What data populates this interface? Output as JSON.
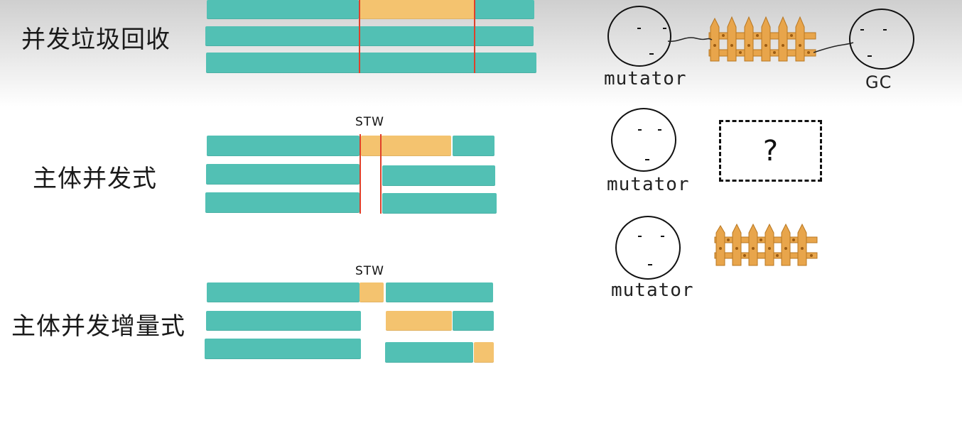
{
  "rows": [
    {
      "label": "并发垃圾回收"
    },
    {
      "label": "主体并发式"
    },
    {
      "label": "主体并发增量式"
    }
  ],
  "stw_label": "STW",
  "actors": {
    "mutator": "mutator",
    "gc": "GC"
  },
  "unknown_symbol": "?",
  "colors": {
    "mutator_bar": "#52c0b4",
    "gc_bar": "#f4c36f",
    "stw_line": "#e0402a",
    "fence": "#e8a54b"
  }
}
